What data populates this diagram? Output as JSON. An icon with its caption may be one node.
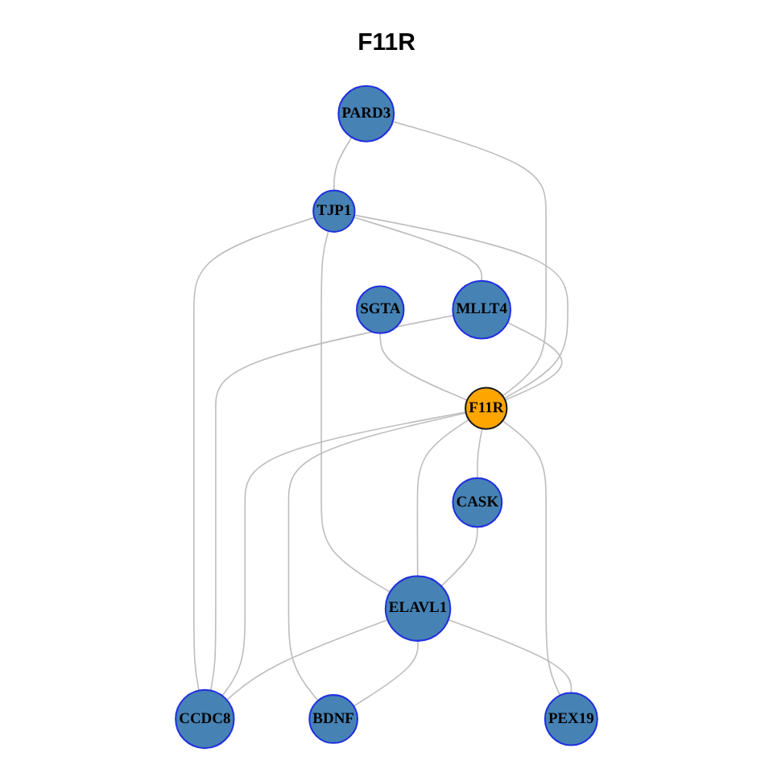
{
  "diagram": {
    "title": "F11R",
    "nodes": [
      {
        "text": [
          "PARD3"
        ]
      },
      {
        "text": [
          "SGTA"
        ]
      },
      {
        "text": [
          "TJP1"
        ]
      },
      {
        "text": [
          "MLLT4"
        ]
      },
      {
        "text": [
          "F11R"
        ]
      },
      {
        "text": [
          "CASK"
        ]
      },
      {
        "text": [
          "CCDC8"
        ]
      },
      {
        "text": [
          "ELAVL1"
        ]
      },
      {
        "text": [
          "BDNF"
        ]
      },
      {
        "text": [
          "PEX19"
        ]
      }
    ],
    "edges": [
      {
        "from": 1,
        "to": 4,
        "arrow": "none"
      },
      {
        "from": 0,
        "to": 4,
        "arrow": "none"
      },
      {
        "from": 0,
        "to": 2,
        "arrow": "none"
      },
      {
        "from": 2,
        "to": 4,
        "arrow": "none"
      },
      {
        "from": 2,
        "to": 3,
        "arrow": "none"
      },
      {
        "from": 2,
        "to": 6,
        "arrow": "none"
      },
      {
        "from": 2,
        "to": 7,
        "arrow": "none"
      },
      {
        "from": 3,
        "to": 4,
        "arrow": "none"
      },
      {
        "from": 3,
        "to": 6,
        "arrow": "none"
      },
      {
        "from": 4,
        "to": 5,
        "arrow": "none"
      },
      {
        "from": 4,
        "to": 6,
        "arrow": "none"
      },
      {
        "from": 4,
        "to": 7,
        "arrow": "none"
      },
      {
        "from": 4,
        "to": 8,
        "arrow": "none"
      },
      {
        "from": 4,
        "to": 9,
        "arrow": "none"
      },
      {
        "from": 5,
        "to": 7,
        "arrow": "none"
      },
      {
        "from": 7,
        "to": 6,
        "arrow": "none"
      },
      {
        "from": 7,
        "to": 8,
        "arrow": "none"
      },
      {
        "from": 7,
        "to": 9,
        "arrow": "none"
      }
    ]
  }
}
